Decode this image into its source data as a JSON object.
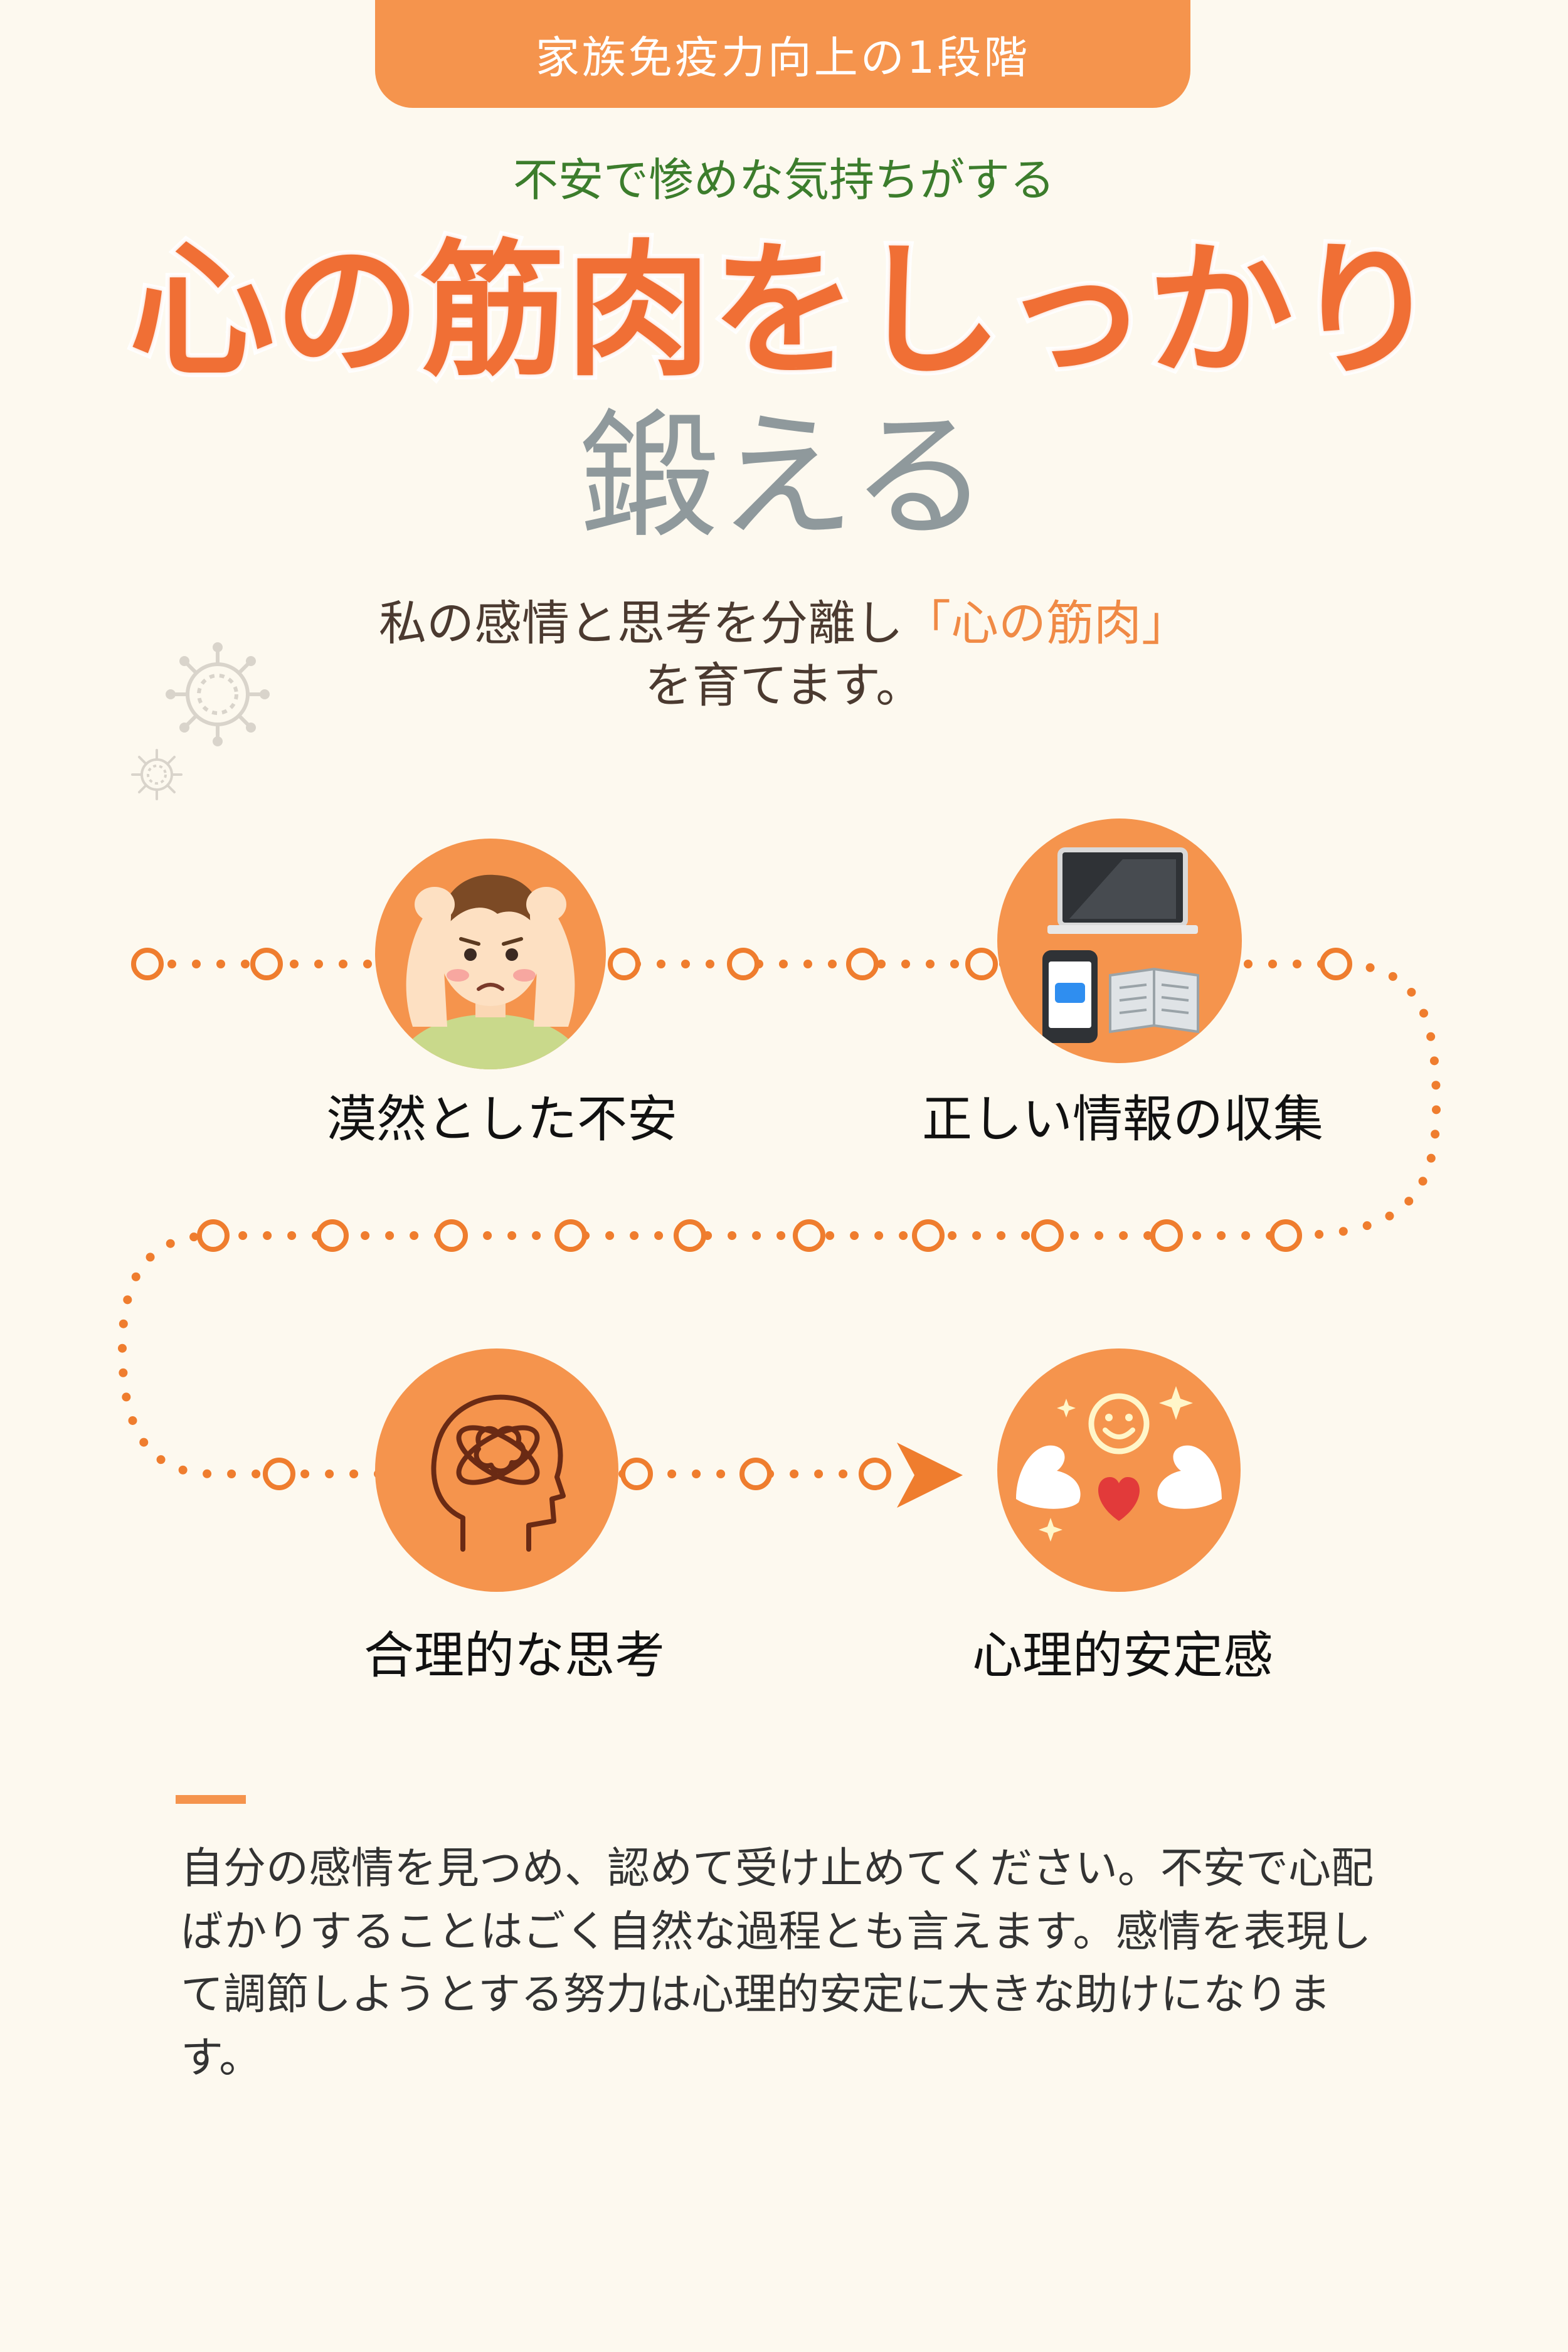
{
  "header": {
    "tab_label": "家族免疫力向上の1段階",
    "subtitle": "不安で惨めな気持ちがする",
    "title_line1": "心の筋肉をしっかり",
    "title_line2": "鍛える"
  },
  "lead": {
    "text_before": "私の感情と思考を分離し",
    "highlight": "「心の筋肉」",
    "text_after": "を育てます。"
  },
  "steps": [
    {
      "label": "漠然とした不安",
      "icon": "worried-person-icon"
    },
    {
      "label": "正しい情報の収集",
      "icon": "devices-news-icon"
    },
    {
      "label": "合理的な思考",
      "icon": "brain-head-icon"
    },
    {
      "label": "心理的安定感",
      "icon": "strong-smile-heart-icon"
    }
  ],
  "body_text": "自分の感情を見つめ、認めて受け止めてください。不安で心配ばかりすることはごく自然な過程とも言えます。感情を表現して調節しようとする努力は心理的安定に大きな助けになります。",
  "colors": {
    "background": "#fdf9ef",
    "accent": "#f5944d",
    "title": "#f06f35",
    "subtitle": "#3c7d2c",
    "path": "#ef7d2e"
  }
}
